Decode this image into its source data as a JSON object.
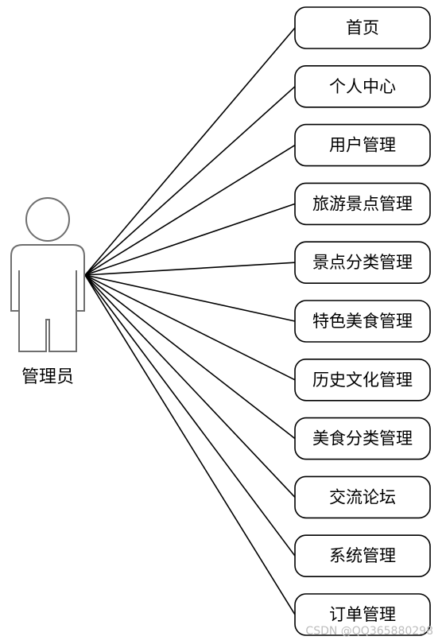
{
  "actor": {
    "label": "管理员"
  },
  "use_cases": [
    {
      "id": "home",
      "label": "首页"
    },
    {
      "id": "personal-center",
      "label": "个人中心"
    },
    {
      "id": "user-management",
      "label": "用户管理"
    },
    {
      "id": "scenic-spot-management",
      "label": "旅游景点管理"
    },
    {
      "id": "scenic-category-management",
      "label": "景点分类管理"
    },
    {
      "id": "specialty-food-management",
      "label": "特色美食管理"
    },
    {
      "id": "history-culture-management",
      "label": "历史文化管理"
    },
    {
      "id": "food-category-management",
      "label": "美食分类管理"
    },
    {
      "id": "forum",
      "label": "交流论坛"
    },
    {
      "id": "system-management",
      "label": "系统管理"
    },
    {
      "id": "order-management",
      "label": "订单管理"
    }
  ],
  "watermark": "CSDN @QQ365880298",
  "colors": {
    "line": "#000000",
    "actor_stroke": "#6e6e6e",
    "box_stroke": "#000000",
    "watermark": "#bdbdbd"
  }
}
